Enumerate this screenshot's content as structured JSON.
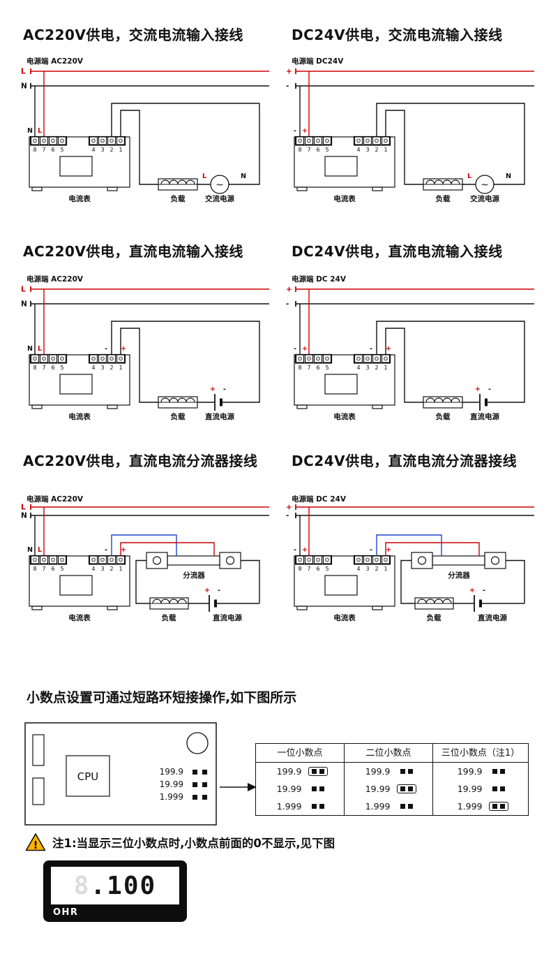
{
  "colors": {
    "red": "#cc0000",
    "black": "#111111",
    "blue": "#2244cc",
    "warning_yellow": "#ffb300"
  },
  "diagrams": [
    {
      "title": "AC220V供电，交流电流输入接线",
      "power_label": "电源端 AC220V",
      "top_line": {
        "label": "L",
        "color": "red"
      },
      "bottom_line": {
        "label": "N",
        "color": "black"
      },
      "terminal_labels": {
        "t8": "N",
        "t8_color": "black",
        "t7": "L",
        "t7_color": "red"
      },
      "terminals": [
        "8",
        "7",
        "6",
        "5",
        "4",
        "3",
        "2",
        "1"
      ],
      "input": "ac",
      "meter_label": "电流表",
      "load_label": "负载",
      "source_label": "交流电源",
      "source_symbol": "~",
      "source_marks": {
        "left": "L",
        "right": "N"
      }
    },
    {
      "title": "DC24V供电，交流电流输入接线",
      "power_label": "电源端 DC24V",
      "top_line": {
        "label": "+",
        "color": "red"
      },
      "bottom_line": {
        "label": "-",
        "color": "black"
      },
      "terminal_labels": {
        "t8": "-",
        "t8_color": "black",
        "t7": "+",
        "t7_color": "red"
      },
      "terminals": [
        "8",
        "7",
        "6",
        "5",
        "4",
        "3",
        "2",
        "1"
      ],
      "input": "ac",
      "meter_label": "电流表",
      "load_label": "负载",
      "source_label": "交流电源",
      "source_symbol": "~",
      "source_marks": {
        "left": "L",
        "right": "N"
      }
    },
    {
      "title": "AC220V供电，直流电流输入接线",
      "power_label": "电源端 AC220V",
      "top_line": {
        "label": "L",
        "color": "red"
      },
      "bottom_line": {
        "label": "N",
        "color": "black"
      },
      "terminal_labels": {
        "t8": "N",
        "t8_color": "black",
        "t7": "L",
        "t7_color": "red"
      },
      "input_labels": {
        "t2": "-",
        "t1": "+"
      },
      "terminals": [
        "8",
        "7",
        "6",
        "5",
        "4",
        "3",
        "2",
        "1"
      ],
      "input": "dc",
      "meter_label": "电流表",
      "load_label": "负载",
      "source_label": "直流电源",
      "battery_labels": {
        "plus": "+",
        "minus": "-"
      }
    },
    {
      "title": "DC24V供电，直流电流输入接线",
      "power_label": "电源端 DC 24V",
      "top_line": {
        "label": "+",
        "color": "red"
      },
      "bottom_line": {
        "label": "-",
        "color": "black"
      },
      "terminal_labels": {
        "t8": "-",
        "t8_color": "black",
        "t7": "+",
        "t7_color": "red"
      },
      "input_labels": {
        "t2": "-",
        "t1": "+"
      },
      "terminals": [
        "8",
        "7",
        "6",
        "5",
        "4",
        "3",
        "2",
        "1"
      ],
      "input": "dc",
      "meter_label": "电流表",
      "load_label": "负载",
      "source_label": "直流电源",
      "battery_labels": {
        "plus": "+",
        "minus": "-"
      }
    },
    {
      "title": "AC220V供电，直流电流分流器接线",
      "power_label": "电源端 AC220V",
      "top_line": {
        "label": "L",
        "color": "red"
      },
      "bottom_line": {
        "label": "N",
        "color": "black"
      },
      "terminal_labels": {
        "t8": "N",
        "t8_color": "black",
        "t7": "L",
        "t7_color": "red"
      },
      "input_labels": {
        "t2": "-",
        "t1": "+"
      },
      "terminals": [
        "8",
        "7",
        "6",
        "5",
        "4",
        "3",
        "2",
        "1"
      ],
      "input": "shunt",
      "shunt_label": "分流器",
      "meter_label": "电流表",
      "load_label": "负载",
      "source_label": "直流电源",
      "battery_labels": {
        "plus": "+",
        "minus": "-"
      }
    },
    {
      "title": "DC24V供电，直流电流分流器接线",
      "power_label": "电源端 DC 24V",
      "top_line": {
        "label": "+",
        "color": "red"
      },
      "bottom_line": {
        "label": "-",
        "color": "black"
      },
      "terminal_labels": {
        "t8": "-",
        "t8_color": "black",
        "t7": "+",
        "t7_color": "red"
      },
      "input_labels": {
        "t2": "-",
        "t1": "+"
      },
      "terminals": [
        "8",
        "7",
        "6",
        "5",
        "4",
        "3",
        "2",
        "1"
      ],
      "input": "shunt",
      "shunt_label": "分流器",
      "meter_label": "电流表",
      "load_label": "负载",
      "source_label": "直流电源",
      "battery_labels": {
        "plus": "+",
        "minus": "-"
      }
    }
  ],
  "decimal": {
    "heading": "小数点设置可通过短路环短接操作,如下图所示",
    "board": {
      "cpu": "CPU",
      "values": [
        "199.9",
        "19.99",
        "1.999"
      ]
    },
    "table": {
      "headers": [
        "一位小数点",
        "二位小数点",
        "三位小数点（注1）"
      ],
      "values": [
        "199.9",
        "19.99",
        "1.999"
      ],
      "active_row": [
        0,
        1,
        2
      ]
    },
    "warning_mark": "!",
    "note": "注1:当显示三位小数点时,小数点前面的0不显示,见下图",
    "display": {
      "ghost": "8",
      "value": ".100",
      "brand": "OHR"
    }
  }
}
